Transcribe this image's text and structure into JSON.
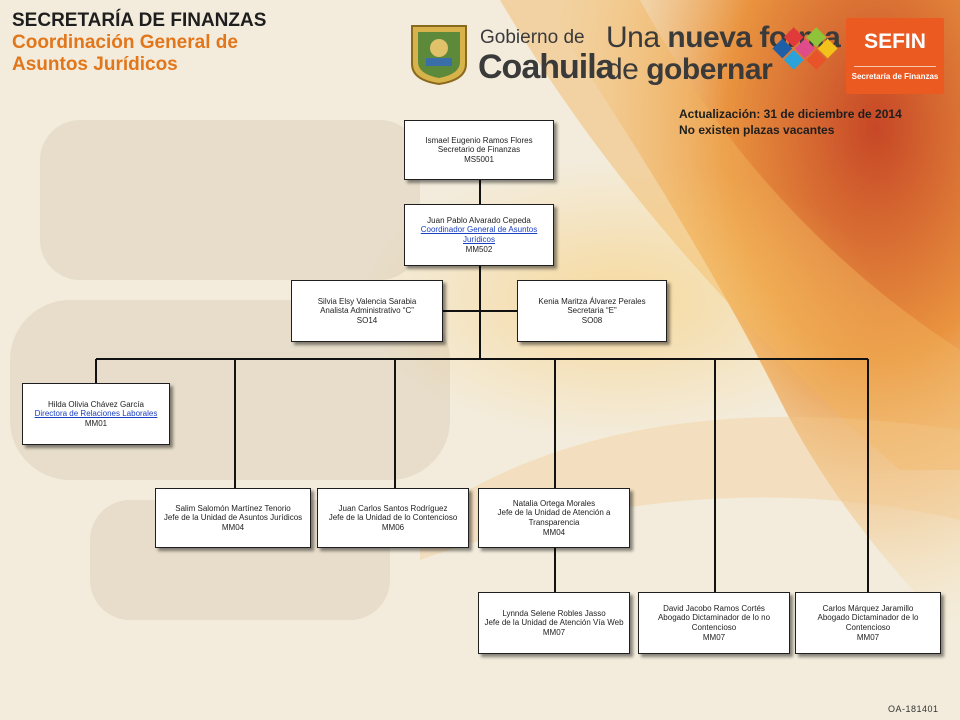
{
  "header": {
    "title_line1": "SECRETARÍA DE FINANZAS",
    "title_line2": "Coordinación General de",
    "title_line3": "Asuntos Jurídicos"
  },
  "logos": {
    "gobierno_small": "Gobierno de",
    "gobierno_big": "Coahuila",
    "slogan_part1": "Una ",
    "slogan_part2": "nueva forma",
    "slogan_part3": "de ",
    "slogan_part4": "gobernar",
    "sefin_word": "SEFIN",
    "sefin_sub": "Secretaría de Finanzas"
  },
  "update": {
    "line1": "Actualización: 31  de diciembre de 2014",
    "line2": "No existen plazas vacantes"
  },
  "org": {
    "secretario": {
      "name": "Ismael Eugenio Ramos Flores",
      "role": "Secretario de Finanzas",
      "code": "MS5001"
    },
    "coordinador": {
      "name": "Juan Pablo Alvarado Cepeda",
      "role": "Coordinador  General de Asuntos Jurídicos",
      "code": "MM502"
    },
    "analista": {
      "name": "Silvia Elsy Valencia Sarabia",
      "role": "Analista Administrativo  “C”",
      "code": "SO14"
    },
    "secretaria": {
      "name": "Kenia Maritza Álvarez Perales",
      "role": "Secretaria  “E”",
      "code": "SO08"
    },
    "directora": {
      "name": "Hilda Olivia Chávez García",
      "role": "Directora  de Relaciones  Laborales",
      "code": "MM01"
    },
    "jefe_juridicos": {
      "name": "Salim Salomón Martínez Tenorio",
      "role": "Jefe de la Unidad de Asuntos Jurídicos",
      "code": "MM04"
    },
    "jefe_contencioso": {
      "name": "Juan Carlos Santos Rodríguez",
      "role": "Jefe de la Unidad de lo Contencioso",
      "code": "MM06"
    },
    "jefe_transparencia": {
      "name": "Natalia Ortega Morales",
      "role": "Jefe de la Unidad de Atención  a Transparencia",
      "code": "MM04"
    },
    "jefe_web": {
      "name": "Lynnda Selene Robles Jasso",
      "role": "Jefe de la Unidad de Atención  Vía Web",
      "code": "MM07"
    },
    "abogado_1": {
      "name": "David Jacobo Ramos Cortés",
      "role": "Abogado Dictaminador de lo no Contencioso",
      "code": "MM07"
    },
    "abogado_2": {
      "name": "Carlos Márquez Jaramillo",
      "role": "Abogado Dictaminador de lo Contencioso",
      "code": "MM07"
    }
  },
  "footer": {
    "code": "OA-181401"
  },
  "colors": {
    "accent": "#e2761b",
    "link": "#1a3fbf",
    "sefin": "#ea5a21"
  }
}
